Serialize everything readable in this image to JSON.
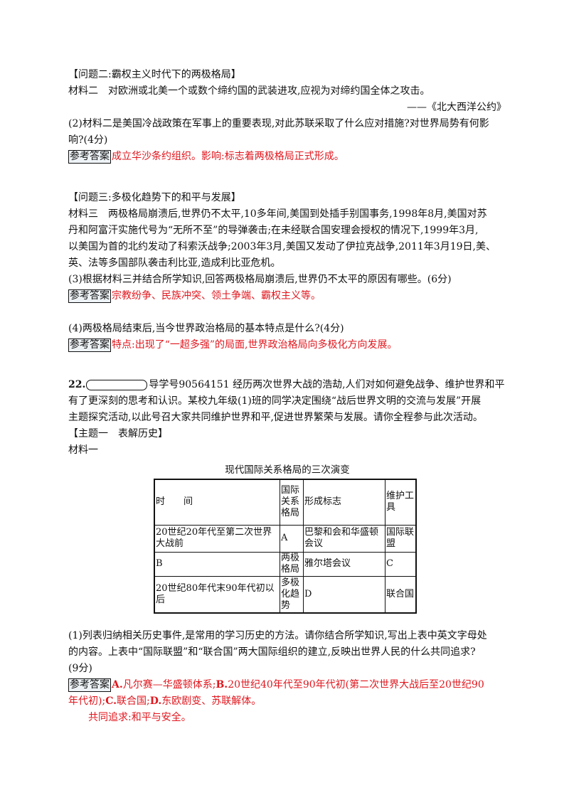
{
  "q2": {
    "heading": "【问题二:霸权主义时代下的两极格局】",
    "material": "材料二　对欧洲或北美一个或数个缔约国的武装进攻,应视为对缔约国全体之攻击。",
    "source": "——《北大西洋公约》",
    "question_line1": "(2)材料二是美国冷战政策在军事上的重要表现,对此苏联采取了什么应对措施?对世界局势有何影",
    "question_line2": "响?(4分)",
    "answer_label": "参考答案",
    "answer": "成立华沙条约组织。影响:标志着两极格局正式形成。"
  },
  "q3": {
    "heading": "【问题三:多极化趋势下的和平与发展】",
    "material_line1": "材料三　两极格局崩溃后,世界仍不太平,10多年间,美国到处插手别国事务,1998年8月,美国对苏",
    "material_line2": "丹和阿富汗实施代号为“无所不至”的导弹袭击;在未经联合国安理会授权的情况下,1999年3月,",
    "material_line3": "以美国为首的北约发动了科索沃战争;2003年3月,美国又发动了伊拉克战争,2011年3月19日,美、",
    "material_line4": "英、法等多国部队袭击利比亚,造成利比亚危机。",
    "question": "(3)根据材料三并结合所学知识,回答两极格局崩溃后,世界仍不太平的原因有哪些。(6分)",
    "answer_label": "参考答案",
    "answer": "宗教纷争、民族冲突、领土争端、霸权主义等。"
  },
  "q4": {
    "question": "(4)两极格局结束后,当今世界政治格局的基本特点是什么?(4分)",
    "answer_label": "参考答案",
    "answer": "特点:出现了“一超多强”的局面,世界政治格局向多极化方向发展。"
  },
  "q22": {
    "number": "22.",
    "intro_line1": "导学号90564151 经历两次世界大战的浩劫,人们对如何避免战争、维护世界和平",
    "intro_line2": "有了更深刻的思考和认识。某校九年级(1)班的同学决定围绕“战后世界文明的交流与发展”开展",
    "intro_line3": "主题探究活动,以此号召大家共同维护世界和平,促进世界繁荣与发展。请你全程参与此次活动。",
    "theme": "【主题一　表解历史】",
    "material": "材料一",
    "table": {
      "caption": "现代国际关系格局的三次演变",
      "headers": [
        "时　　间",
        "国际关系格局",
        "形成标志",
        "维护工具"
      ],
      "rows": [
        [
          "20世纪20年代至第二次世界大战前",
          "A",
          "巴黎和会和华盛顿会议",
          "国际联盟"
        ],
        [
          "B",
          "两极格局",
          "雅尔塔会议",
          "C"
        ],
        [
          "20世纪80年代末90年代初以后",
          "多极化趋势",
          "D",
          "联合国"
        ]
      ]
    },
    "question_line1": "(1)列表归纳相关历史事件,是常用的学习历史的方法。请你结合所学知识,写出上表中英文字母处",
    "question_line2": "的内容。上表中“国际联盟”和“联合国”两大国际组织的建立,反映出世界人民的什么共同追求?",
    "question_line3": "(9分)",
    "answer_label": "参考答案",
    "answer_A_key": "A.",
    "answer_A": "凡尔赛—华盛顿体系;",
    "answer_B_key": "B.",
    "answer_B": "20世纪40年代至90年代初(第二次世界大战后至20世纪90",
    "answer_B_cont": "年代初);",
    "answer_C_key": "C.",
    "answer_C": "联合国;",
    "answer_D_key": "D.",
    "answer_D": "东欧剧变、苏联解体。",
    "answer_common": "共同追求:和平与安全。"
  }
}
